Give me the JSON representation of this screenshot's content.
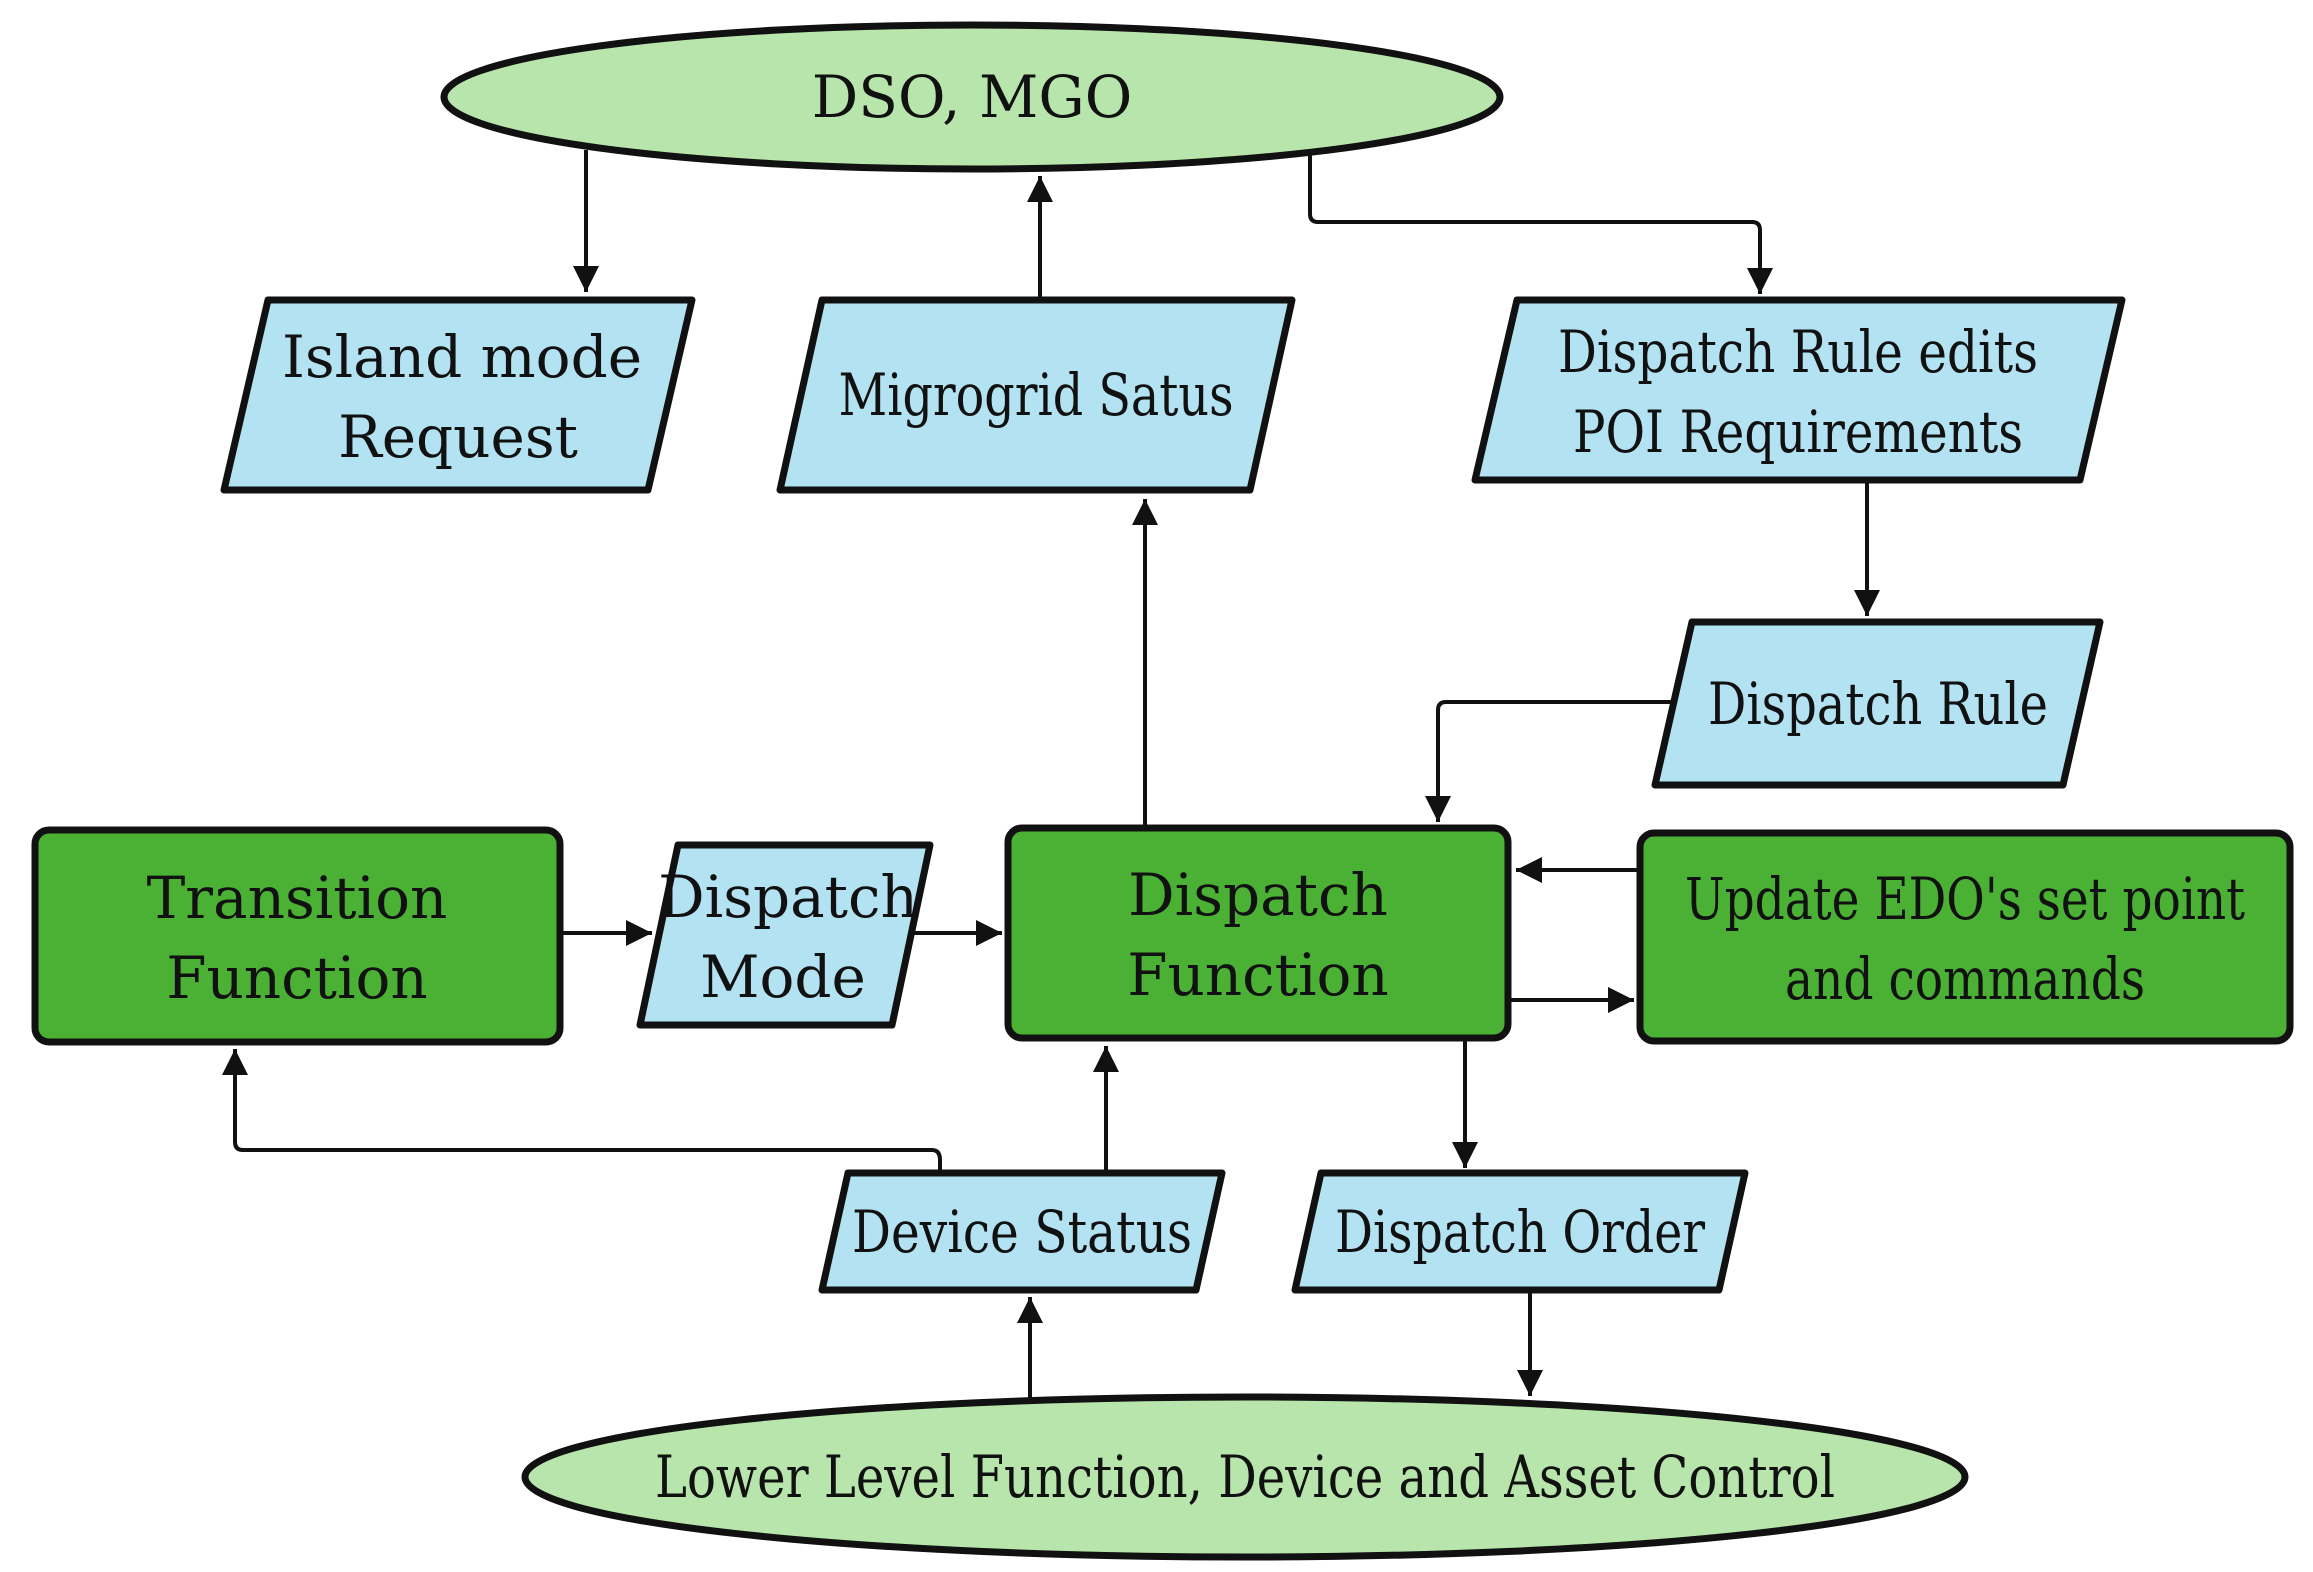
{
  "diagram": {
    "title": "Microgrid dispatch control flow diagram",
    "colors": {
      "process_green": "#4bb134",
      "terminator_green": "#b7e5ab",
      "data_blue": "#b3e3f2",
      "border": "#111111",
      "arrow": "#111111",
      "text": "#111111",
      "background": "#ffffff"
    },
    "nodes": {
      "dso_mgo": {
        "type": "terminator",
        "lines": [
          "DSO, MGO"
        ]
      },
      "island_mode_request": {
        "type": "data",
        "lines": [
          "Island mode",
          "Request"
        ]
      },
      "microgrid_status": {
        "type": "data",
        "lines": [
          "Migrogrid Satus"
        ]
      },
      "dispatch_rule_edits": {
        "type": "data",
        "lines": [
          "Dispatch Rule edits",
          "POI Requirements"
        ]
      },
      "dispatch_rule": {
        "type": "data",
        "lines": [
          "Dispatch Rule"
        ]
      },
      "transition_function": {
        "type": "process",
        "lines": [
          "Transition",
          "Function"
        ]
      },
      "dispatch_mode": {
        "type": "data",
        "lines": [
          "Dispatch",
          "Mode"
        ]
      },
      "dispatch_function": {
        "type": "process",
        "lines": [
          "Dispatch",
          "Function"
        ]
      },
      "update_edo": {
        "type": "process",
        "lines": [
          "Update EDO's set point",
          "and commands"
        ]
      },
      "device_status": {
        "type": "data",
        "lines": [
          "Device Status"
        ]
      },
      "dispatch_order": {
        "type": "data",
        "lines": [
          "Dispatch Order"
        ]
      },
      "lower_level_control": {
        "type": "terminator",
        "lines": [
          "Lower Level Function, Device and Asset Control"
        ]
      }
    }
  }
}
